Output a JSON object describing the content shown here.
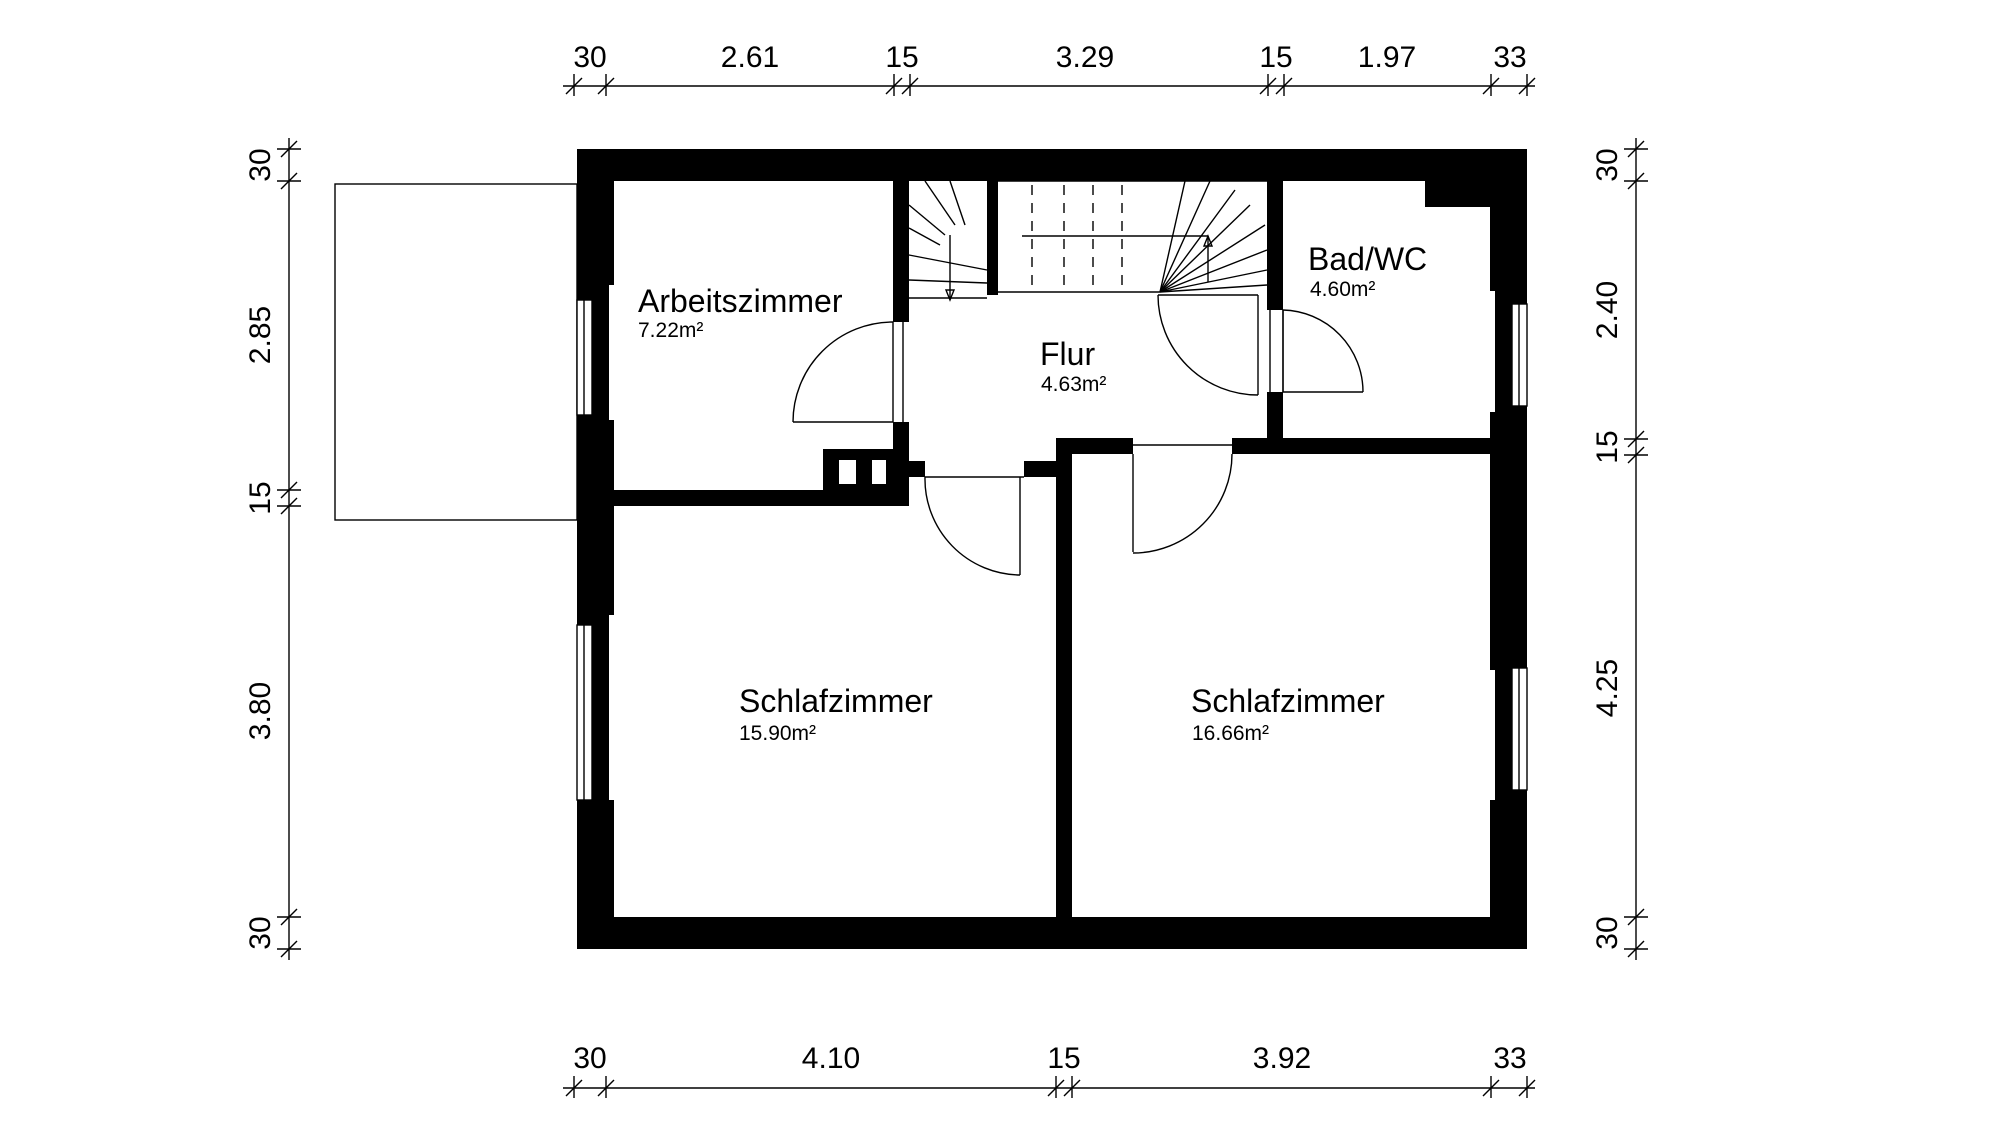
{
  "rooms": [
    {
      "name": "Arbeitszimmer",
      "area": "7.22m²"
    },
    {
      "name": "Flur",
      "area": "4.63m²"
    },
    {
      "name": "Bad/WC",
      "area": "4.60m²"
    },
    {
      "name": "Schlafzimmer",
      "area": "15.90m²"
    },
    {
      "name": "Schlafzimmer",
      "area": "16.66m²"
    }
  ],
  "dimensions": {
    "top": [
      "30",
      "2.61",
      "15",
      "3.29",
      "15",
      "1.97",
      "33"
    ],
    "bottom": [
      "30",
      "4.10",
      "15",
      "3.92",
      "33"
    ],
    "left": [
      "30",
      "2.85",
      "15",
      "3.80",
      "30"
    ],
    "right": [
      "30",
      "2.40",
      "15",
      "4.25",
      "30"
    ]
  },
  "colors": {
    "wall": "#000000",
    "background": "#ffffff"
  }
}
